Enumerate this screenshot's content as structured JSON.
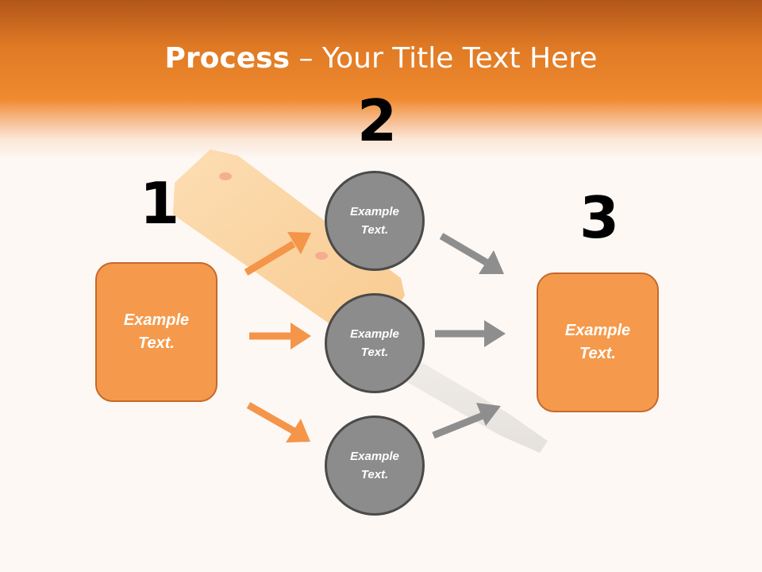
{
  "slide": {
    "title_bold": "Process",
    "title_rest": " – Your Title Text Here"
  },
  "steps": {
    "number_1": "1",
    "number_2": "2",
    "number_3": "3"
  },
  "nodes": {
    "left_box": "Example\nText.",
    "circle_top": "Example\nText.",
    "circle_middle": "Example\nText.",
    "circle_bottom": "Example\nText.",
    "right_box": "Example\nText."
  },
  "colors": {
    "header_orange": "#f08a30",
    "box_fill": "#f59a4c",
    "box_border": "#c4692c",
    "circle_fill": "#8c8c8c",
    "circle_border": "#4a4a4a",
    "orange_arrow": "#f4954a",
    "gray_arrow": "#8e8e8e"
  }
}
